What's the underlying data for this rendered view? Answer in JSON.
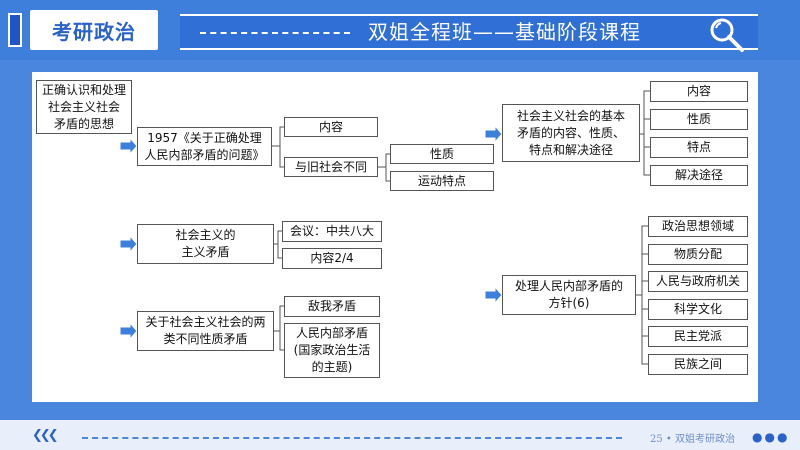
{
  "header": {
    "brand": "考研政治",
    "title": "双姐全程班——基础阶段课程"
  },
  "footer": {
    "page_text": "25 • 双姐考研政治"
  },
  "diagram": {
    "root": "正确认识和处理\n社会主义社会\n矛盾的思想",
    "b1": "1957《关于正确处理\n人民内部矛盾的问题》",
    "b1_content": "内容",
    "b1_diff": "与旧社会不同",
    "b1_diff_nature": "性质",
    "b1_diff_move": "运动特点",
    "b1_right": "社会主义社会的基本\n矛盾的内容、性质、\n特点和解决途径",
    "b1_r_content": "内容",
    "b1_r_nature": "性质",
    "b1_r_feature": "特点",
    "b1_r_solve": "解决途径",
    "b2": "社会主义的\n主义矛盾",
    "b2_meeting": "会议：中共八大",
    "b2_content": "内容2/4",
    "b3": "关于社会主义社会的两\n类不同性质矛盾",
    "b3_enemy": "敌我矛盾",
    "b3_people": "人民内部矛盾\n(国家政治生活\n的主题)",
    "b4": "处理人民内部矛盾的\n方针(6)",
    "b4_1": "政治思想领域",
    "b4_2": "物质分配",
    "b4_3": "人民与政府机关",
    "b4_4": "科学文化",
    "b4_5": "民主党派",
    "b4_6": "民族之间"
  }
}
